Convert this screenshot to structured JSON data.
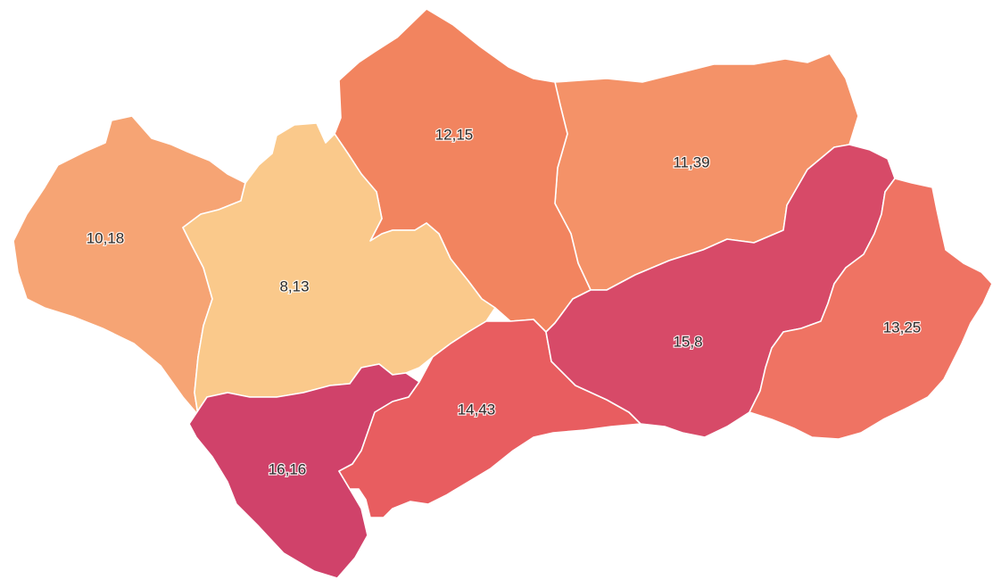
{
  "map": {
    "regions": [
      {
        "id": "huelva",
        "value": "10,18",
        "color": "#f6a474"
      },
      {
        "id": "sevilla",
        "value": "8,13",
        "color": "#fac98b"
      },
      {
        "id": "cordoba",
        "value": "12,15",
        "color": "#f2845f"
      },
      {
        "id": "jaen",
        "value": "11,39",
        "color": "#f49268"
      },
      {
        "id": "granada",
        "value": "15,8",
        "color": "#d74a68"
      },
      {
        "id": "almeria",
        "value": "13,25",
        "color": "#ef7363"
      },
      {
        "id": "malaga",
        "value": "14,43",
        "color": "#e85d60"
      },
      {
        "id": "cadiz",
        "value": "16,16",
        "color": "#d0426a"
      }
    ]
  }
}
